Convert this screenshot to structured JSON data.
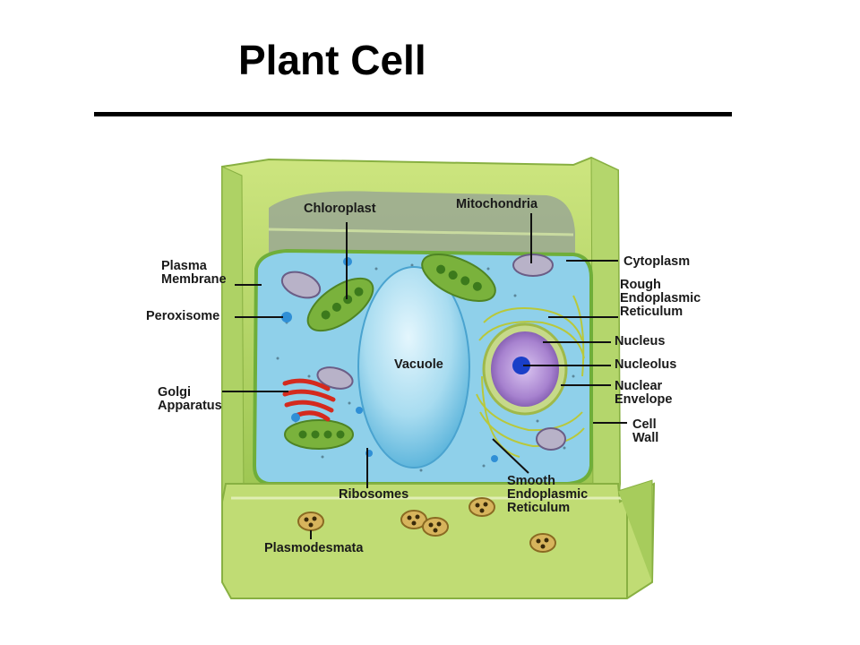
{
  "title": "Plant Cell",
  "labels": {
    "chloroplast": "Chloroplast",
    "mitochondria": "Mitochondria",
    "plasma_membrane": "Plasma\nMembrane",
    "peroxisome": "Peroxisome",
    "golgi": "Golgi\nApparatus",
    "vacuole": "Vacuole",
    "ribosomes": "Ribosomes",
    "plasmodesmata": "Plasmodesmata",
    "cytoplasm": "Cytoplasm",
    "rough_er": "Rough\nEndoplasmic\nReticulum",
    "nucleus": "Nucleus",
    "nucleolus": "Nucleolus",
    "nuclear_envelope": "Nuclear\nEnvelope",
    "cell_wall": "Cell\nWall",
    "smooth_er": "Smooth\nEndoplasmic\nReticulum"
  },
  "colors": {
    "cell_wall": "#b9d86a",
    "cytoplasm": "#7ec8e3",
    "vacuole": "#a8dcf0",
    "chloroplast": "#7ab23c",
    "nucleus": "#9b6fc4",
    "golgi": "#d42a1e"
  }
}
